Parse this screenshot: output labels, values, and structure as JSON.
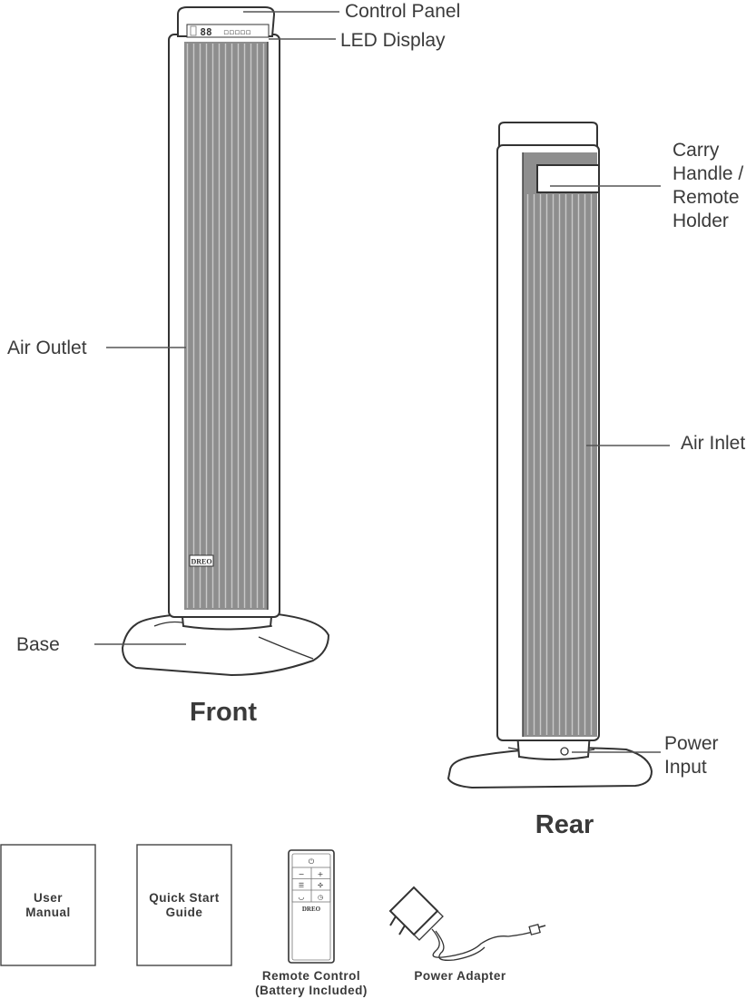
{
  "labels": {
    "control_panel": "Control Panel",
    "led_display": "LED Display",
    "air_outlet": "Air Outlet",
    "base": "Base",
    "carry_handle": [
      "Carry",
      "Handle /",
      "Remote",
      "Holder"
    ],
    "air_inlet": "Air Inlet",
    "power_input": [
      "Power",
      "Input"
    ]
  },
  "views": {
    "front": "Front",
    "rear": "Rear"
  },
  "accessories": {
    "user_manual": [
      "User",
      "Manual"
    ],
    "quick_start_guide": [
      "Quick Start",
      "Guide"
    ],
    "remote_control": [
      "Remote Control",
      "(Battery Included)"
    ],
    "power_adapter": "Power Adapter"
  },
  "device": {
    "brand": "DREO",
    "led_digits": "88"
  },
  "remote": {
    "brand": "DREO",
    "buttons": [
      "⏻",
      "−",
      "+",
      "☰",
      "✣",
      "◡",
      "◷"
    ]
  }
}
